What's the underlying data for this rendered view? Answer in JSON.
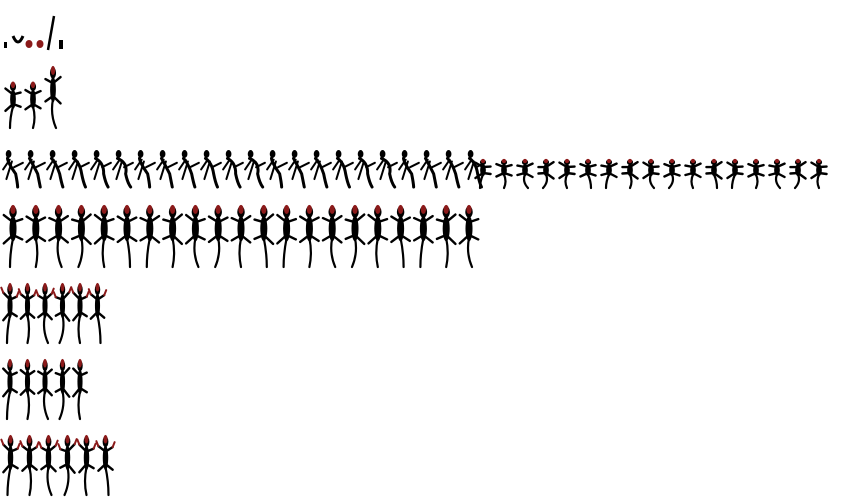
{
  "sprite_sheet": {
    "background": "#ffffff",
    "body_color": "#000000",
    "head_color": "#8b1a1a",
    "rows": [
      {
        "name": "misc-parts",
        "frames": 6,
        "pose": "parts"
      },
      {
        "name": "small-lizards",
        "frames": 3,
        "pose": "small"
      },
      {
        "name": "side-walk-a",
        "frames": 22,
        "pose": "side"
      },
      {
        "name": "top-walk-a",
        "frames": 17,
        "pose": "top-small"
      },
      {
        "name": "top-walk-b",
        "frames": 21,
        "pose": "top"
      },
      {
        "name": "claw-attack",
        "frames": 6,
        "pose": "claws"
      },
      {
        "name": "idle",
        "frames": 5,
        "pose": "top"
      },
      {
        "name": "claw-raise",
        "frames": 6,
        "pose": "claws"
      }
    ]
  }
}
